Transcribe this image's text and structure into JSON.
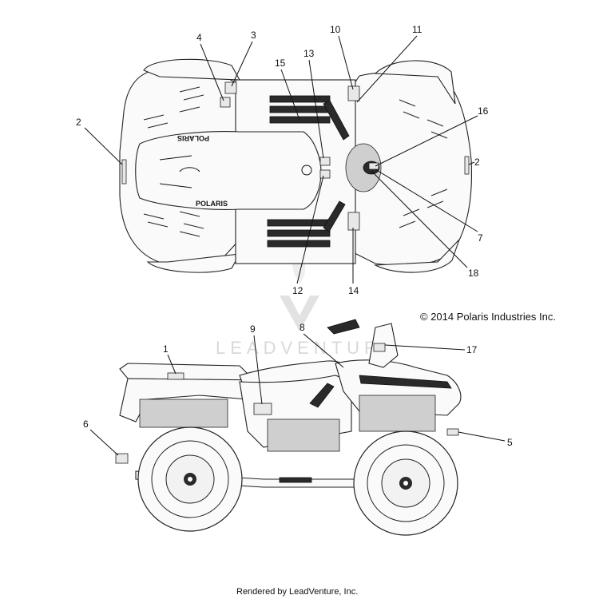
{
  "copyright": "© 2014 Polaris Industries Inc.",
  "footer": "Rendered by LeadVenture, Inc.",
  "watermark": "LEADVENTURE",
  "brand_top": "POLARIS",
  "brand_bottom": "POLARIS",
  "callouts": {
    "c1": "1",
    "c2_left": "2",
    "c2_right": "2",
    "c3": "3",
    "c4": "4",
    "c5": "5",
    "c6": "6",
    "c7": "7",
    "c8": "8",
    "c9": "9",
    "c10": "10",
    "c11": "11",
    "c12": "12",
    "c13": "13",
    "c14": "14",
    "c15": "15",
    "c16": "16",
    "c17": "17",
    "c18": "18"
  }
}
